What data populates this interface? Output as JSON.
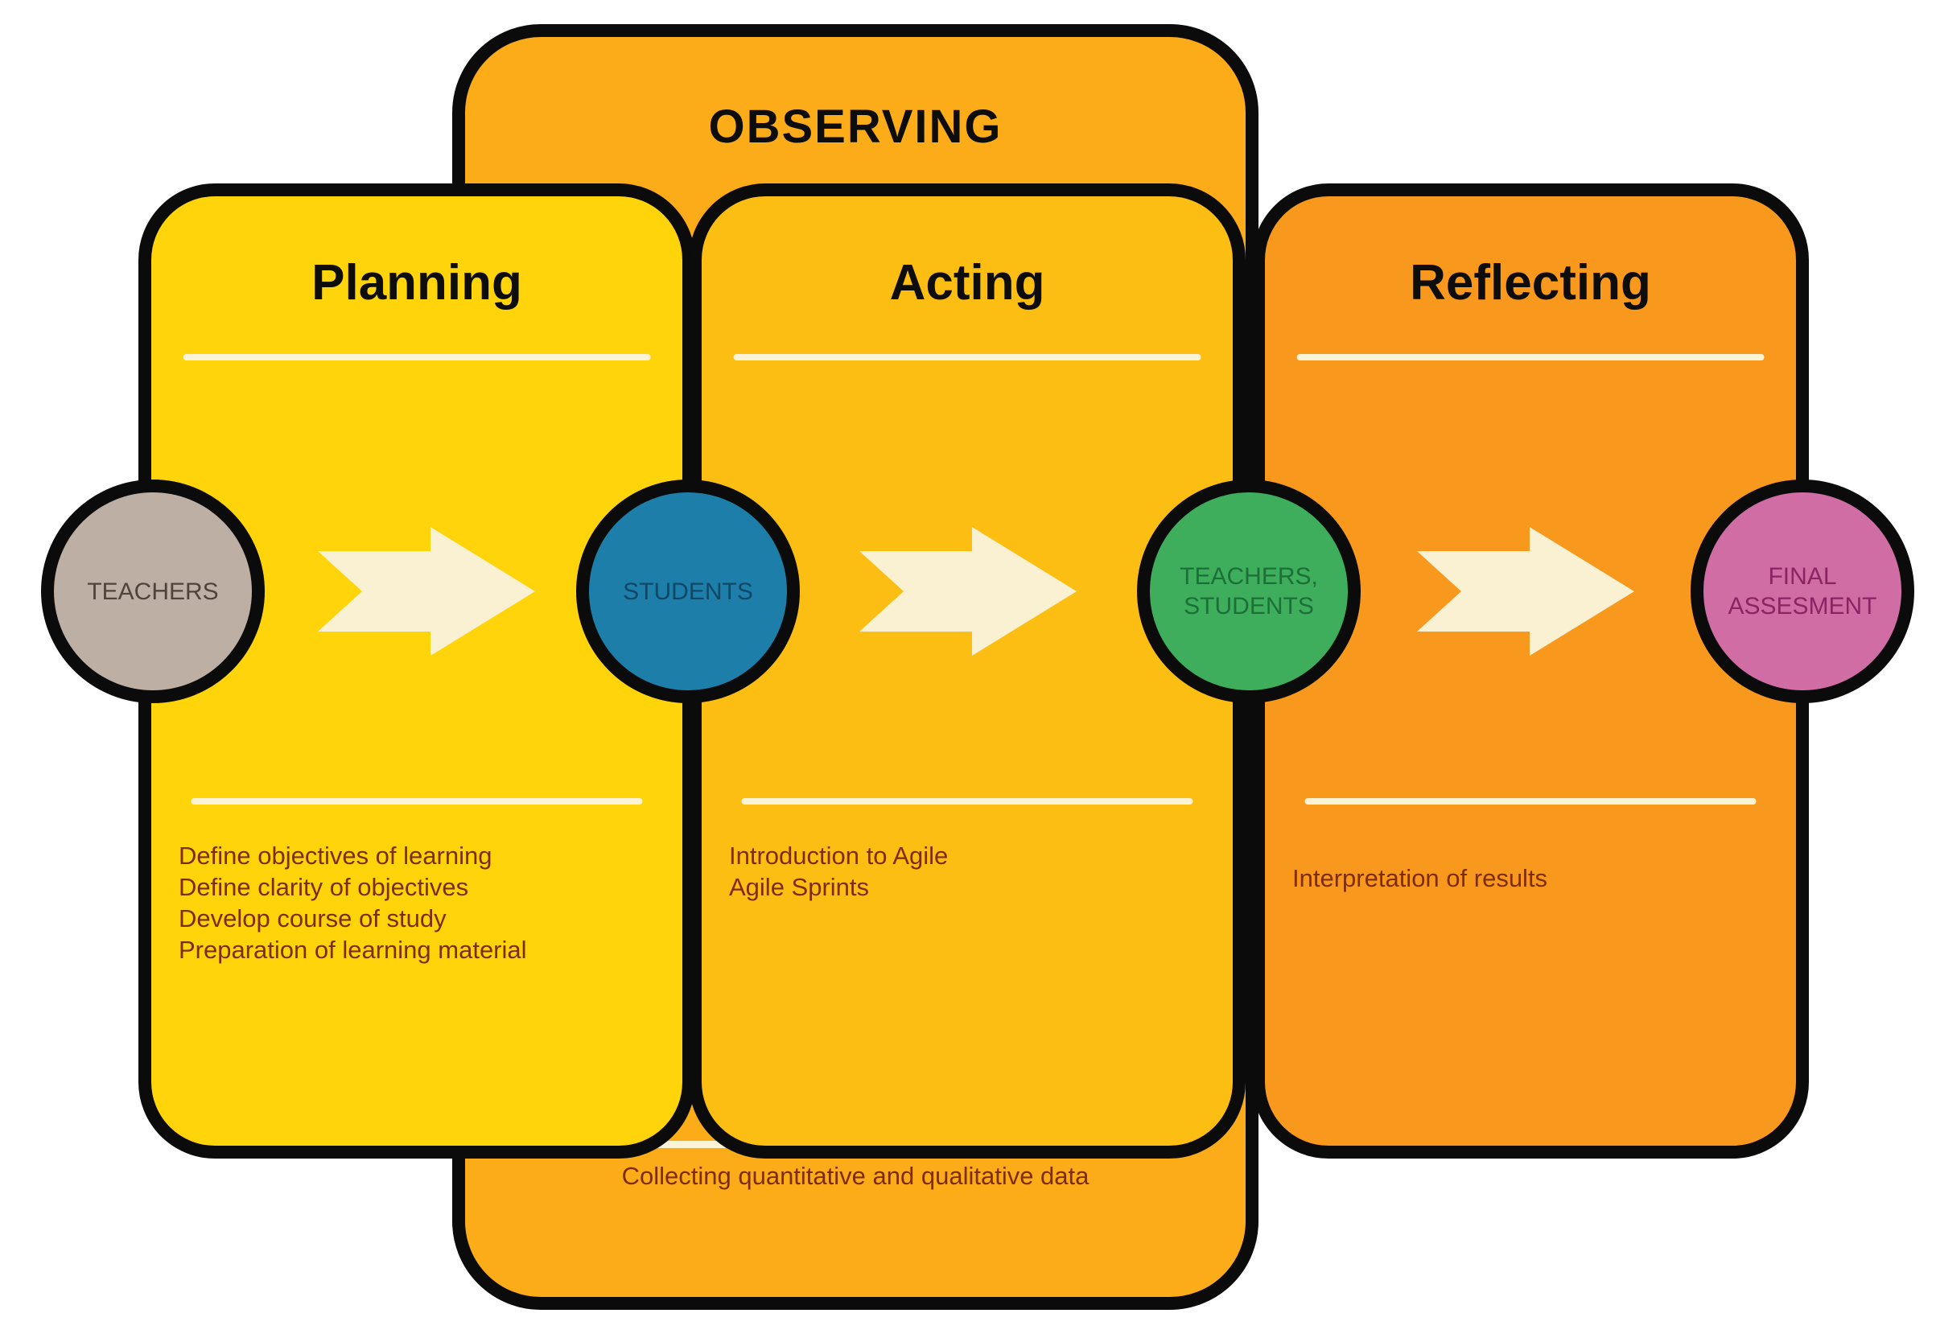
{
  "colors": {
    "background": "#FFFFFF",
    "border": "#0B0B0B",
    "divider": "#FAF3D6",
    "arrow": "#FAF1D3",
    "title_text": "#0D0D0D",
    "body_text": "#7F2B0E"
  },
  "observing": {
    "title": "OBSERVING",
    "bg": "#FBAC18",
    "footer_note": "Collecting quantitative and qualitative data"
  },
  "phases": [
    {
      "title": "Planning",
      "bg": "#FFD40A",
      "items": [
        "Define objectives of learning",
        "Define clarity of objectives",
        "Develop course of study",
        "Preparation of learning material"
      ]
    },
    {
      "title": "Acting",
      "bg": "#FCBE13",
      "items": [
        "Introduction to Agile",
        "Agile Sprints"
      ]
    },
    {
      "title": "Reflecting",
      "bg": "#F8991D",
      "items": [
        "Interpretation of results"
      ]
    }
  ],
  "nodes": [
    {
      "lines": [
        "TEACHERS"
      ],
      "bg": "#BDAFA3",
      "text": "#4E443C"
    },
    {
      "lines": [
        "STUDENTS"
      ],
      "bg": "#1D7EA9",
      "text": "#0F4866"
    },
    {
      "lines": [
        "TEACHERS,",
        "STUDENTS"
      ],
      "bg": "#3FAE5C",
      "text": "#1B7038"
    },
    {
      "lines": [
        "FINAL",
        "ASSESMENT"
      ],
      "bg": "#D06DA5",
      "text": "#8C2463"
    }
  ]
}
